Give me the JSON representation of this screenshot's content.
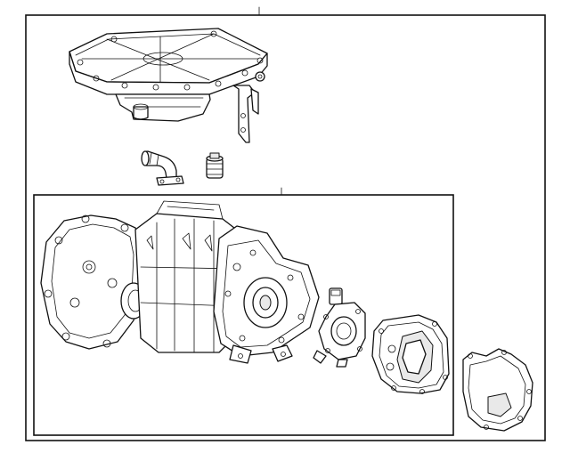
{
  "diagram": {
    "kind": "exploded parts illustration",
    "line_color": "#111111",
    "background": "#ffffff",
    "parts": [
      "inverter-housing",
      "elbow-fitting",
      "connector-fitting",
      "drive-unit-assembly",
      "bracket-plate",
      "cover-plate",
      "shield-cover"
    ]
  }
}
